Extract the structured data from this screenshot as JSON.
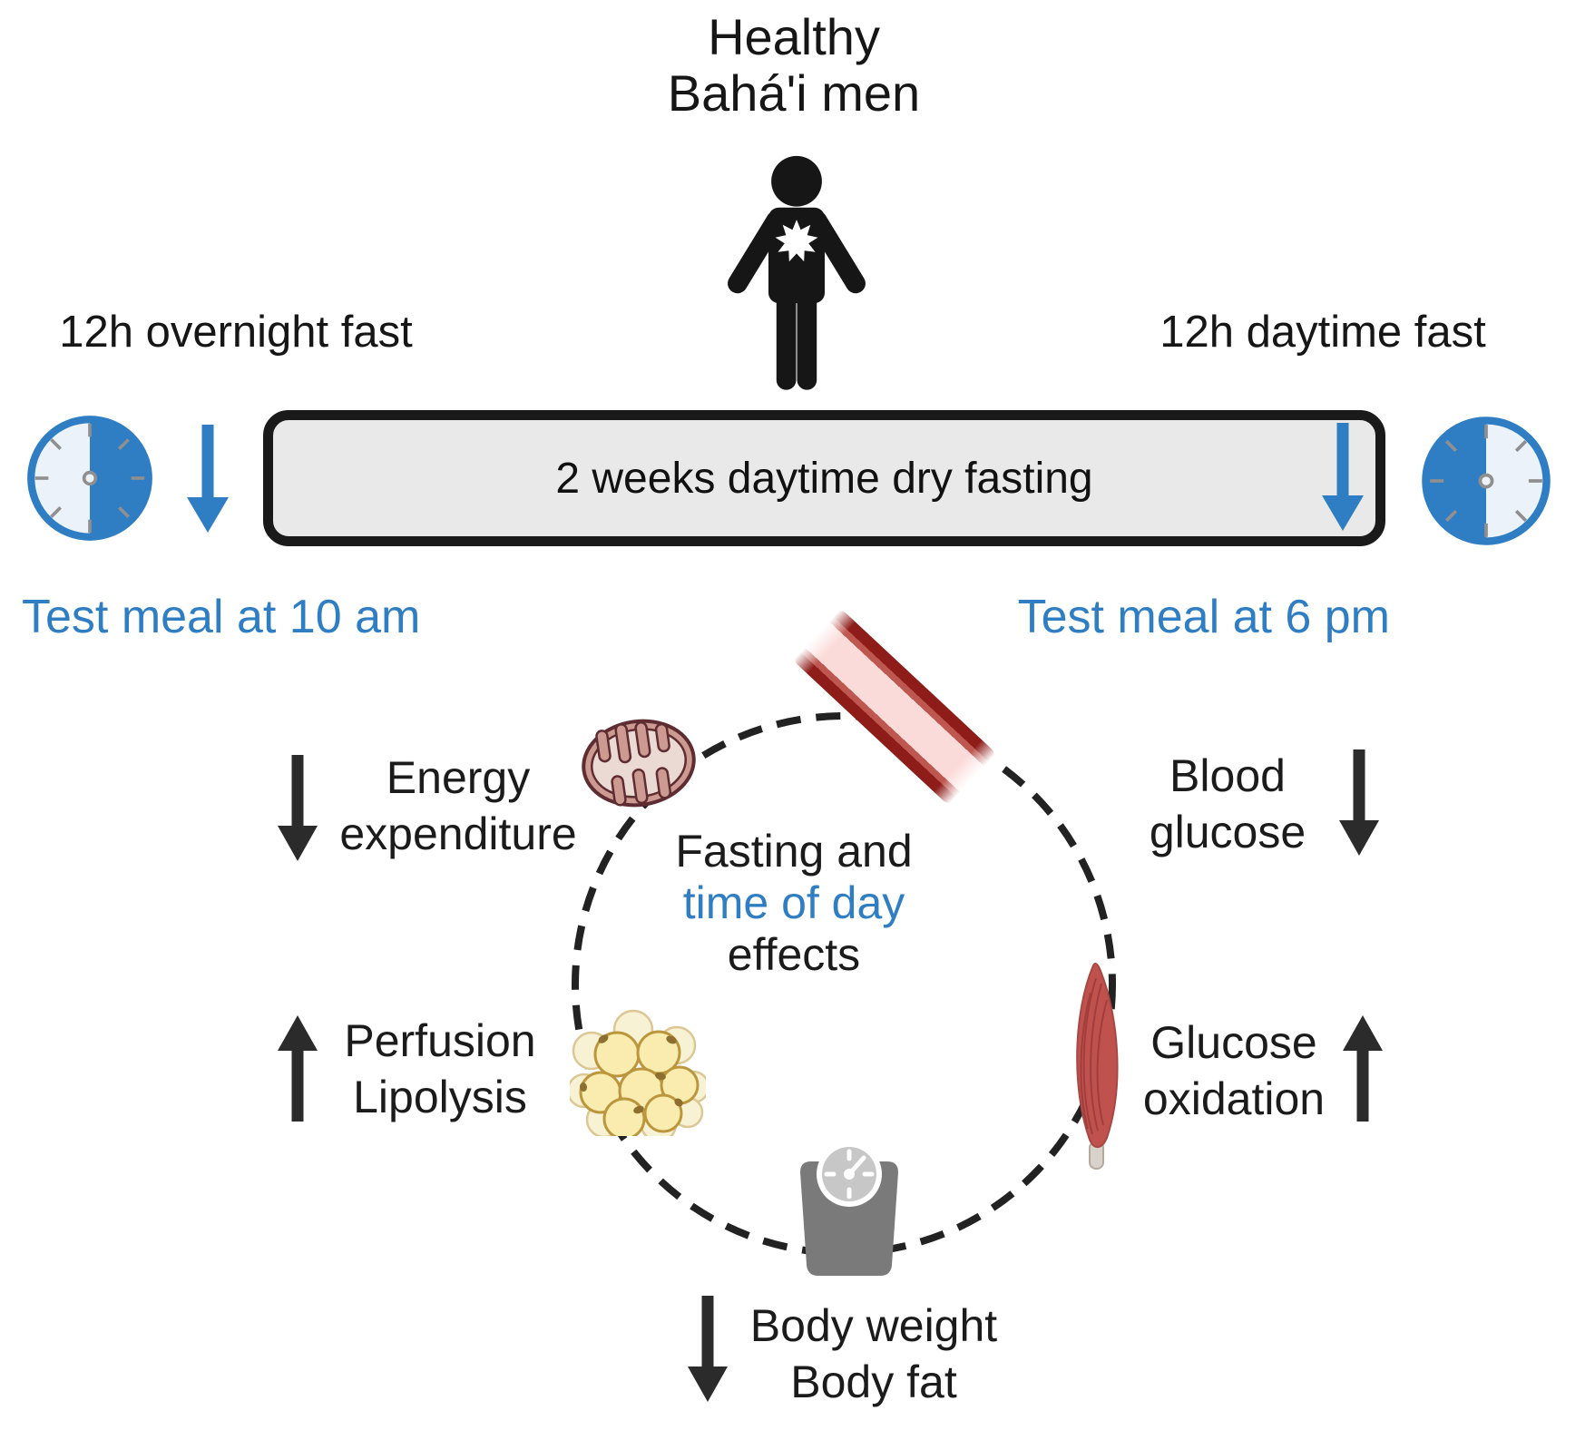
{
  "colors": {
    "blue": "#2f7ec4",
    "text": "#1b1b1b",
    "arrow_black": "#2b2b2b",
    "bar_fill": "#e9e9e9",
    "bar_border": "#1a1a1a",
    "dashed_circle": "#222222",
    "mitochondria_fill": "#cd9a91",
    "vessel_wall": "#8e1d19",
    "fat_cell_fill": "#f9ecae",
    "muscle_fill": "#c0524e",
    "scale_body": "#7a7a7a"
  },
  "header": {
    "title_line1": "Healthy",
    "title_line2": "Bahá'i men",
    "subject_icon": "person-icon"
  },
  "timeline": {
    "bar_label": "2 weeks daytime dry fasting",
    "left": {
      "fast_label": "12h overnight fast",
      "meal_label": "Test meal at 10 am",
      "clock_icon": "clock-overnight-icon",
      "arrow_direction": "down"
    },
    "right": {
      "fast_label": "12h daytime fast",
      "meal_label": "Test meal at 6 pm",
      "clock_icon": "clock-daytime-icon",
      "arrow_direction": "down"
    }
  },
  "cycle": {
    "center": {
      "line1": "Fasting and",
      "line2": "time of day",
      "line3": "effects"
    },
    "effects": [
      {
        "id": "energy-expenditure",
        "lines": [
          "Energy",
          "expenditure"
        ],
        "direction": "down",
        "icon": "mitochondria-icon"
      },
      {
        "id": "blood-glucose",
        "lines": [
          "Blood",
          "glucose"
        ],
        "direction": "down",
        "icon": "blood-vessel-icon"
      },
      {
        "id": "perfusion-lipolysis",
        "lines": [
          "Perfusion",
          "Lipolysis"
        ],
        "direction": "up",
        "icon": "fat-cells-icon"
      },
      {
        "id": "glucose-oxidation",
        "lines": [
          "Glucose",
          "oxidation"
        ],
        "direction": "up",
        "icon": "muscle-icon"
      },
      {
        "id": "body-weight-fat",
        "lines": [
          "Body weight",
          "Body fat"
        ],
        "direction": "down",
        "icon": "scale-icon"
      }
    ]
  }
}
